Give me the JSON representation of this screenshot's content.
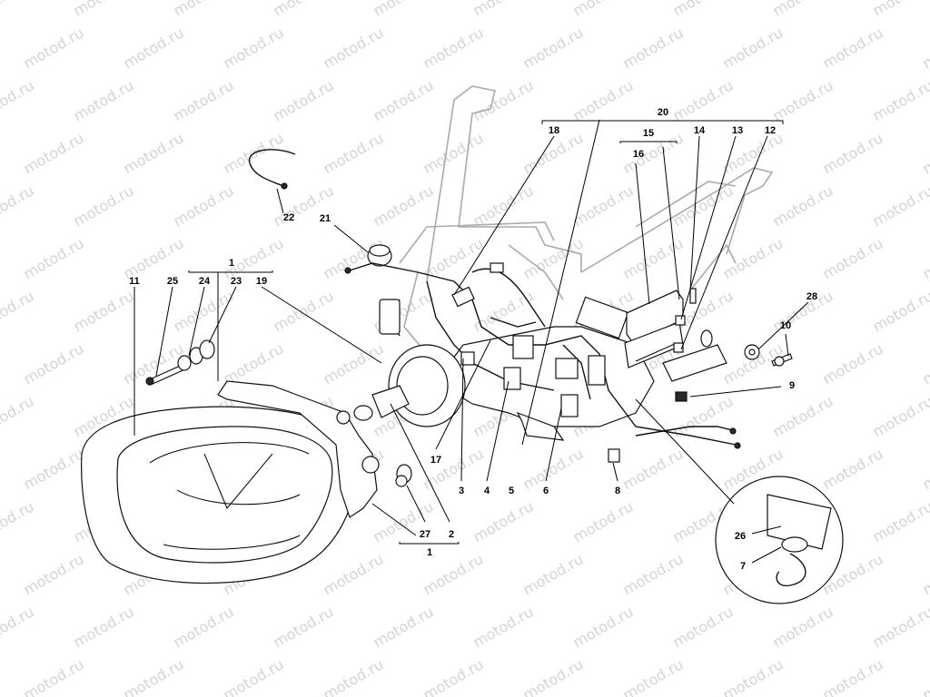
{
  "watermark": "motod.ru",
  "colors": {
    "ink": "#000000",
    "watermark": "#d4d4d4",
    "frame": "#aaaaaa",
    "background": "#ffffff"
  },
  "callouts": {
    "n1": "1",
    "n1b": "1",
    "n2": "2",
    "n3": "3",
    "n4": "4",
    "n5": "5",
    "n6": "6",
    "n7": "7",
    "n8": "8",
    "n9": "9",
    "n10": "10",
    "n11": "11",
    "n12": "12",
    "n13": "13",
    "n14": "14",
    "n15": "15",
    "n16": "16",
    "n17": "17",
    "n18": "18",
    "n19": "19",
    "n20": "20",
    "n21": "21",
    "n22": "22",
    "n23": "23",
    "n24": "24",
    "n25": "25",
    "n26": "26",
    "n27": "27",
    "n28": "28"
  }
}
